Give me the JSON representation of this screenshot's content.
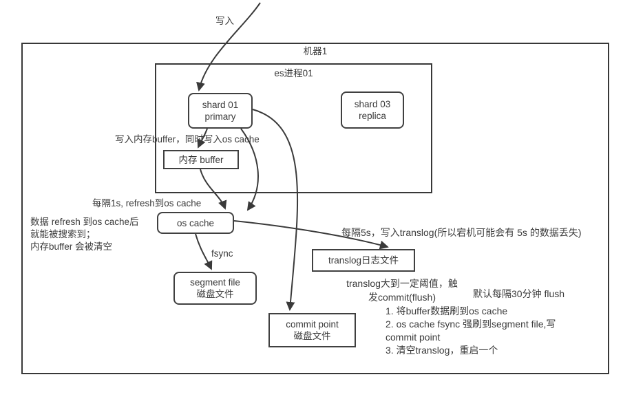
{
  "diagram": {
    "machine_title": "机器1",
    "process_title": "es进程01",
    "nodes": {
      "shard01": {
        "line1": "shard 01",
        "line2": "primary"
      },
      "shard03": {
        "line1": "shard 03",
        "line2": "replica"
      },
      "memory_buffer": "内存 buffer",
      "os_cache": "os cache",
      "segment_file": {
        "line1": "segment file",
        "line2": "磁盘文件"
      },
      "translog": "translog日志文件",
      "commit_point": {
        "line1": "commit point",
        "line2": "磁盘文件"
      }
    },
    "labels": {
      "write": "写入",
      "write_buffer_note": "写入内存buffer，同时写入os cache",
      "refresh_note": "每隔1s, refresh到os cache",
      "search_note_line1": "数据 refresh 到os cache后",
      "search_note_line2": "就能被搜索到；",
      "search_note_line3": "内存buffer 会被清空",
      "fsync": "fsync",
      "translog_note": "每隔5s，写入translog(所以宕机可能会有 5s 的数据丢失)",
      "commit_trigger_line1": "translog大到一定阈值，触",
      "commit_trigger_line2": "发commit(flush)",
      "flush_default": "默认每隔30分钟 flush",
      "step1": "1. 将buffer数据刷到os cache",
      "step2": "2. os cache fsync 强刷到segment file,写",
      "step2_cont": "commit point",
      "step3": "3. 清空translog，重启一个"
    },
    "colors": {
      "stroke": "#404040",
      "text": "#3a3a3a",
      "background": "#ffffff"
    }
  }
}
